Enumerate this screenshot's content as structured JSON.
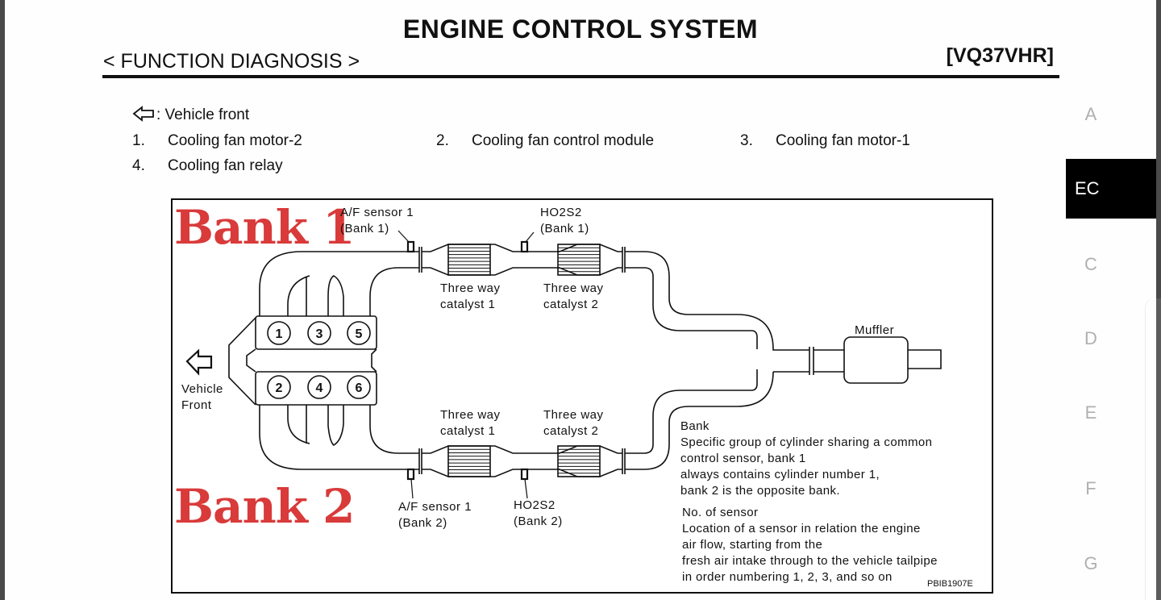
{
  "header": {
    "title": "ENGINE CONTROL SYSTEM",
    "section": "< FUNCTION DIAGNOSIS >",
    "model": "[VQ37VHR]"
  },
  "legend": {
    "icon": "arrow-left-outline-icon",
    "text": ": Vehicle front"
  },
  "items": [
    {
      "num": "1.",
      "label": "Cooling fan motor-2"
    },
    {
      "num": "2.",
      "label": "Cooling fan control module"
    },
    {
      "num": "3.",
      "label": "Cooling fan motor-1"
    },
    {
      "num": "4.",
      "label": "Cooling fan relay"
    }
  ],
  "diagram": {
    "bank1": "Bank 1",
    "bank2": "Bank 2",
    "cylinders_top": [
      "1",
      "3",
      "5"
    ],
    "cylinders_bottom": [
      "2",
      "4",
      "6"
    ],
    "vehicle_front": "Vehicle\nFront",
    "af_sensor_b1": "A/F sensor 1\n(Bank 1)",
    "ho2s2_b1": "HO2S2\n(Bank 1)",
    "af_sensor_b2": "A/F sensor 1\n(Bank 2)",
    "ho2s2_b2": "HO2S2\n(Bank 2)",
    "cat1_top": "Three way\ncatalyst 1",
    "cat2_top": "Three way\ncatalyst 2",
    "cat1_bottom": "Three way\ncatalyst 1",
    "cat2_bottom": "Three way\ncatalyst 2",
    "muffler": "Muffler",
    "bank_note": {
      "title": "Bank",
      "lines": [
        "Specific group of cylinder sharing a common",
        "control sensor, bank 1",
        "always contains cylinder number 1,",
        "bank 2 is the opposite bank."
      ]
    },
    "sensor_note": {
      "title": "No. of sensor",
      "lines": [
        "Location of a sensor in relation the engine",
        "air flow, starting from the",
        "fresh air intake through to the vehicle tailpipe",
        "in order numbering 1, 2, 3, and so on"
      ]
    },
    "figure_code": "PBIB1907E"
  },
  "sidenav": {
    "items": [
      {
        "label": "A",
        "active": false
      },
      {
        "label": "EC",
        "active": true
      },
      {
        "label": "C",
        "active": false
      },
      {
        "label": "D",
        "active": false
      },
      {
        "label": "E",
        "active": false
      },
      {
        "label": "F",
        "active": false
      },
      {
        "label": "G",
        "active": false
      }
    ]
  }
}
